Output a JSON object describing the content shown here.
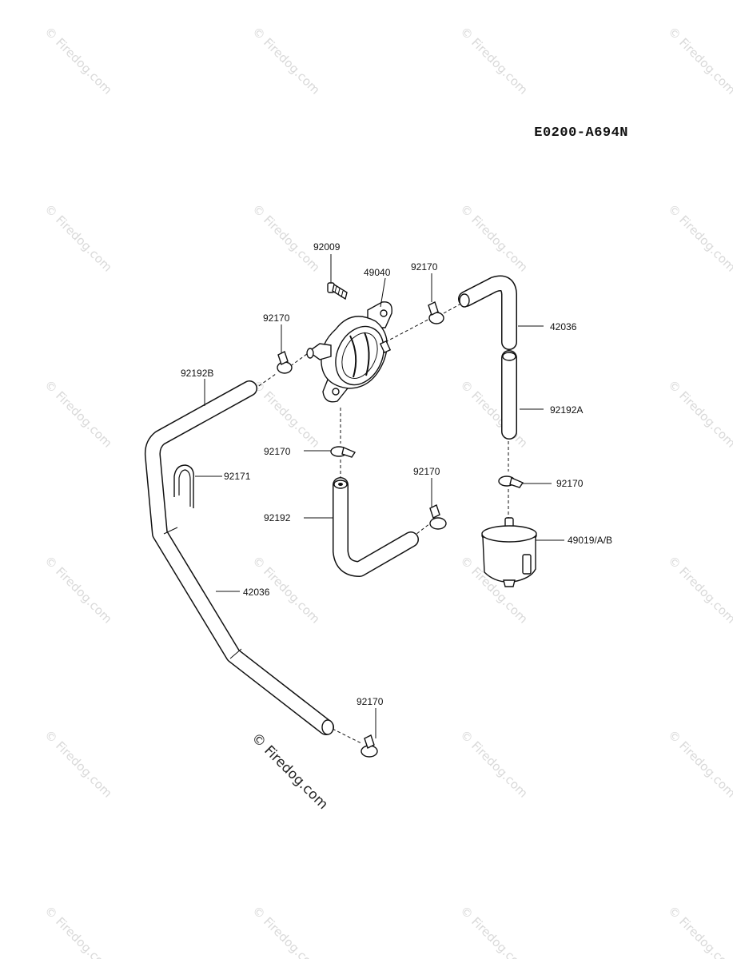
{
  "diagram_code": "E0200-A694N",
  "watermark_text": "© Firedog.com",
  "copyright_text": "© Firedog.com",
  "parts": [
    {
      "id": "p-92009",
      "label": "92009",
      "name": "bolt"
    },
    {
      "id": "p-49040",
      "label": "49040",
      "name": "fuel-pump"
    },
    {
      "id": "p-92170-a",
      "label": "92170",
      "name": "clamp-pump-outlet"
    },
    {
      "id": "p-92170-b",
      "label": "92170",
      "name": "clamp-pump-inlet"
    },
    {
      "id": "p-42036-a",
      "label": "42036",
      "name": "hose-upper-right"
    },
    {
      "id": "p-92192b",
      "label": "92192B",
      "name": "hose-left"
    },
    {
      "id": "p-92192a",
      "label": "92192A",
      "name": "hose-right"
    },
    {
      "id": "p-92170-c",
      "label": "92170",
      "name": "clamp-pump-bottom"
    },
    {
      "id": "p-92171",
      "label": "92171",
      "name": "clip"
    },
    {
      "id": "p-92170-d",
      "label": "92170",
      "name": "clamp-center"
    },
    {
      "id": "p-92170-e",
      "label": "92170",
      "name": "clamp-filter-top"
    },
    {
      "id": "p-92192",
      "label": "92192",
      "name": "hose-center"
    },
    {
      "id": "p-49019",
      "label": "49019/A/B",
      "name": "fuel-filter"
    },
    {
      "id": "p-42036-b",
      "label": "42036",
      "name": "hose-long-left"
    },
    {
      "id": "p-92170-f",
      "label": "92170",
      "name": "clamp-bottom"
    }
  ]
}
